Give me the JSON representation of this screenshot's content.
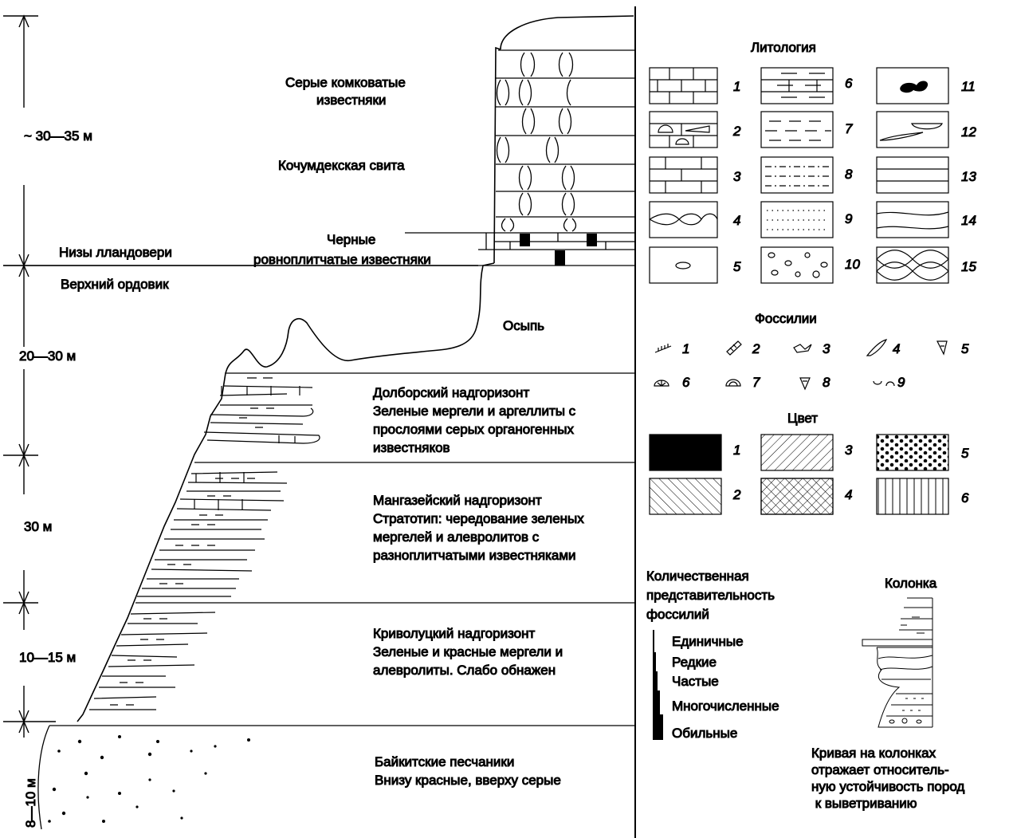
{
  "column": {
    "thickness_labels": [
      "~ 30—35 м",
      "20—30 м",
      "30 м",
      "10—15 м",
      "8—10 м"
    ],
    "age_upper": "Низы лландовери",
    "age_lower": "Верхний ордовик",
    "units": {
      "top_title": [
        "Серые комковатые",
        "известняки"
      ],
      "suite": "Кочумдекская свита",
      "black_limestone": [
        "Черные",
        "ровноплитчатые известняки"
      ],
      "talus": "Осыпь",
      "dolbor": [
        "Долборский надгоризонт",
        "Зеленые мергели и аргеллиты с",
        "прослоями  серых органогенных",
        "известняков"
      ],
      "mangazey": [
        "Мангазейский надгоризонт",
        "Стратотип: чередование зеленых",
        "мергелей и алевролитов с",
        "разноплитчатыми  известняками"
      ],
      "krivoluts": [
        "Криволуцкий надгоризонт",
        "Зеленые и красные мергели  и",
        "алевролиты. Слабо обнажен"
      ],
      "baikit": [
        "Байкитские песчаники",
        "Внизу красные, вверху серые"
      ]
    }
  },
  "legend": {
    "lithology_title": "Литология",
    "lithology_numbers": [
      "1",
      "2",
      "3",
      "4",
      "5",
      "6",
      "7",
      "8",
      "9",
      "10",
      "11",
      "12",
      "13",
      "14",
      "15"
    ],
    "fossils_title": "Фоссилии",
    "fossil_numbers": [
      "1",
      "2",
      "3",
      "4",
      "5",
      "6",
      "7",
      "8",
      "9"
    ],
    "color_title": "Цвет",
    "color_numbers": [
      "1",
      "2",
      "3",
      "4",
      "5",
      "6"
    ],
    "quantity_title": [
      "Количественная",
      "представительность",
      "фоссилий"
    ],
    "quantity_levels": [
      "Единичные",
      "Редкие",
      "Частые",
      "Многочисленные",
      "Обильные"
    ],
    "column_title": "Колонка",
    "curve_note": [
      "Кривая на колонках",
      "отражает относитель-",
      "ную устойчивость пород",
      " к выветриванию"
    ]
  }
}
